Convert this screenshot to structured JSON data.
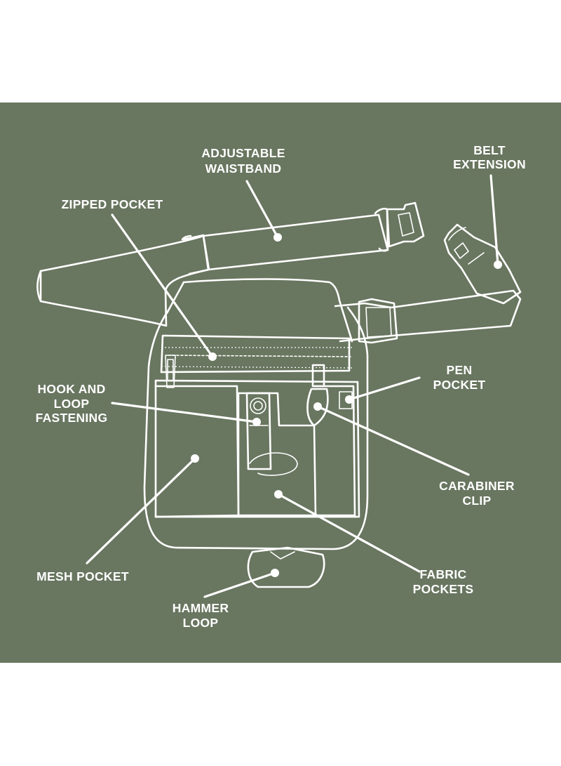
{
  "colors": {
    "background": "#697660",
    "line": "#ffffff",
    "page": "#ffffff"
  },
  "labels": {
    "adjustable_waistband": [
      "ADJUSTABLE",
      "WAISTBAND"
    ],
    "belt_extension": [
      "BELT",
      "EXTENSION"
    ],
    "zipped_pocket": [
      "ZIPPED POCKET"
    ],
    "hook_and_loop_fastening": [
      "HOOK AND",
      "LOOP",
      "FASTENING"
    ],
    "pen_pocket": [
      "PEN",
      "POCKET"
    ],
    "carabiner_clip": [
      "CARABINER",
      "CLIP"
    ],
    "mesh_pocket": [
      "MESH POCKET"
    ],
    "fabric_pockets": [
      "FABRIC",
      "POCKETS"
    ],
    "hammer_loop": [
      "HAMMER",
      "LOOP"
    ]
  }
}
